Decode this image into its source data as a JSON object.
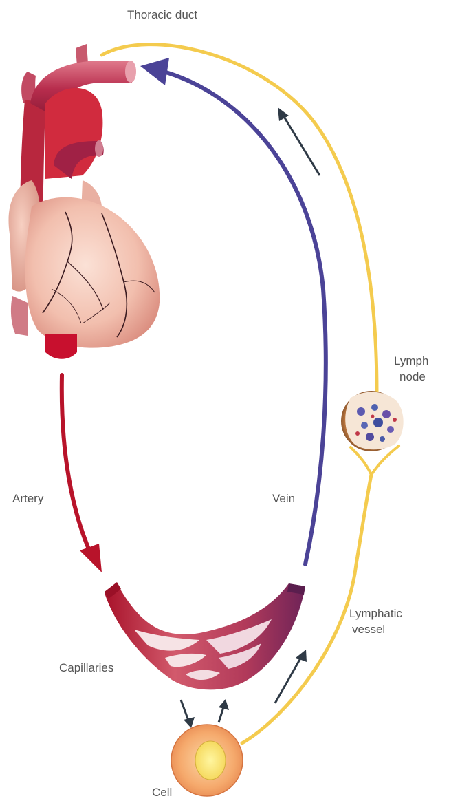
{
  "labels": {
    "thoracic_duct": "Thoracic duct",
    "lymph_node_line1": "Lymph",
    "lymph_node_line2": "node",
    "artery": "Artery",
    "vein": "Vein",
    "lymphatic_vessel_line1": "Lymphatic",
    "lymphatic_vessel_line2": "vessel",
    "capillaries": "Capillaries",
    "cell": "Cell"
  },
  "colors": {
    "artery": "#b8132a",
    "vein": "#4b4397",
    "lymph": "#f4cb4e",
    "heart_pink": "#f2c3b2",
    "heart_red": "#c0233a",
    "label_text": "#555555",
    "flow_arrow": "#2f3a46"
  }
}
